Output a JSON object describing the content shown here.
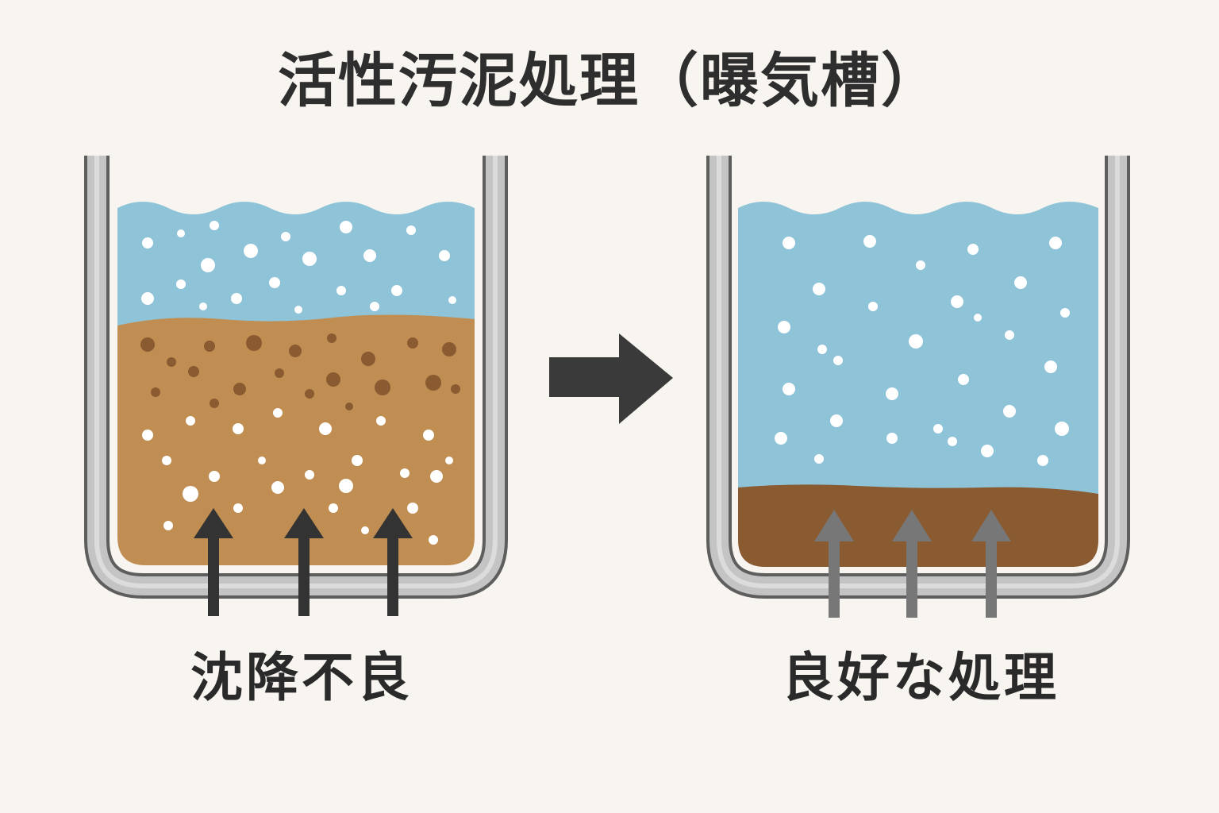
{
  "title": "活性汚泥処理（曝気槽）",
  "left_tank": {
    "label": "沈降不良",
    "state": "poor-settling"
  },
  "right_tank": {
    "label": "良好な処理",
    "state": "good-treatment"
  },
  "colors": {
    "background": "#f8f5f0",
    "water": "#8fc3d8",
    "sludge_light": "#c08e52",
    "sludge_dark": "#8a5a30",
    "tank_wall": "#bdbdbd",
    "tank_wall_outline": "#6a6a6a",
    "arrow_dark": "#333333",
    "arrow_gray": "#777777"
  },
  "icons": {
    "transition_arrow": "right-arrow-icon",
    "air_arrow": "up-arrow-icon"
  }
}
